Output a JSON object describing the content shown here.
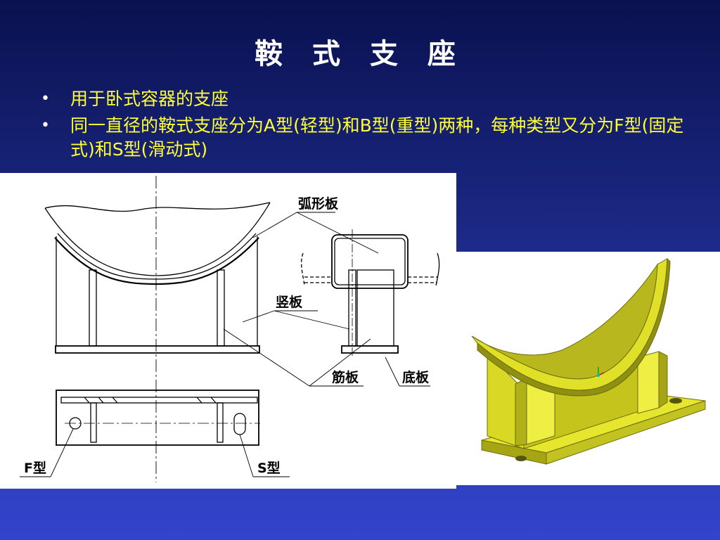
{
  "title": "鞍 式 支 座",
  "bullets": [
    "用于卧式容器的支座",
    "同一直径的鞍式支座分为A型(轻型)和B型(重型)两种，每种类型又分为F型(固定式)和S型(滑动式)"
  ],
  "labels": {
    "arc_plate": "弧形板",
    "vertical_plate": "竖板",
    "rib_plate": "筋板",
    "base_plate": "底板",
    "f_type": "F型",
    "s_type": "S型"
  },
  "colors": {
    "title": "#ffffff",
    "bullet_text": "#ffff33",
    "saddle_face": "#e6e62e",
    "saddle_dark": "#a6a615",
    "saddle_light": "#f4f45a"
  }
}
